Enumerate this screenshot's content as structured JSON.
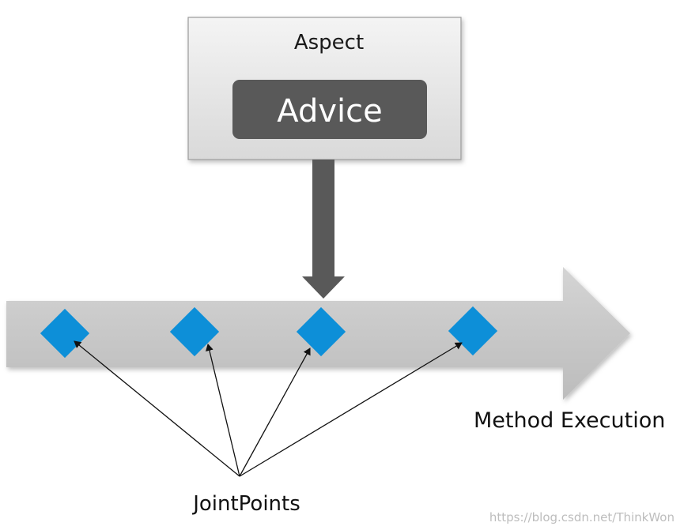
{
  "aspect": {
    "title": "Aspect",
    "advice_label": "Advice"
  },
  "flow": {
    "label": "Method Execution"
  },
  "joinpoints": {
    "label": "JointPoints",
    "count": 4
  },
  "watermark": "https://blog.csdn.net/ThinkWon",
  "colors": {
    "aspect_box_fill": "#e2e2e2",
    "aspect_box_border": "#9a9a9a",
    "advice_fill": "#595959",
    "down_arrow": "#595959",
    "flow_arrow": "#c6c6c6",
    "joinpoint": "#0d8fd8"
  }
}
